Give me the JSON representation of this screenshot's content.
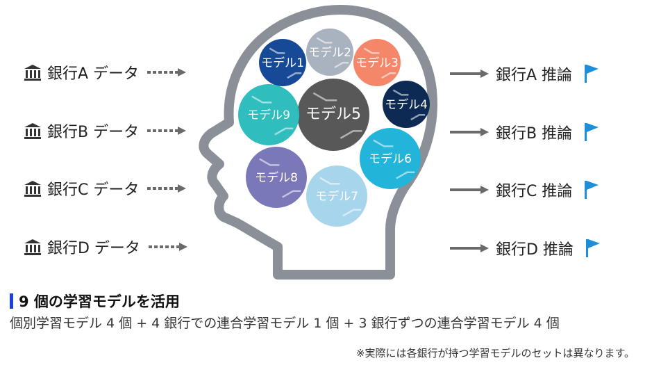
{
  "inputs": [
    {
      "label": "銀行A データ"
    },
    {
      "label": "銀行B データ"
    },
    {
      "label": "銀行C データ"
    },
    {
      "label": "銀行D データ"
    }
  ],
  "outputs": [
    {
      "label": "銀行A 推論"
    },
    {
      "label": "銀行B 推論"
    },
    {
      "label": "銀行C 推論"
    },
    {
      "label": "銀行D 推論"
    }
  ],
  "models": [
    {
      "label": "モデル1",
      "color": "#164a97"
    },
    {
      "label": "モデル2",
      "color": "#a9b2bf"
    },
    {
      "label": "モデル3",
      "color": "#f4876a"
    },
    {
      "label": "モデル4",
      "color": "#0d2a55"
    },
    {
      "label": "モデル5",
      "color": "#585858"
    },
    {
      "label": "モデル6",
      "color": "#22b4d9"
    },
    {
      "label": "モデル7",
      "color": "#a7d6ec"
    },
    {
      "label": "モデル8",
      "color": "#7b78b9"
    },
    {
      "label": "モデル9",
      "color": "#2fbdbe"
    }
  ],
  "colors": {
    "head_outline": "#8a8f98",
    "arrow": "#6a6a6a",
    "flag": "#1c8fd8",
    "accent_bar": "#1b3fd8"
  },
  "icons": {
    "input": "bank-icon",
    "output": "flag-icon"
  },
  "heading": "9 個の学習モデルを活用",
  "description": "個別学習モデル 4 個 + 4 銀行での連合学習モデル 1 個 + 3 銀行ずつの連合学習モデル 4 個",
  "note": "※実際には各銀行が持つ学習モデルのセットは異なります。"
}
